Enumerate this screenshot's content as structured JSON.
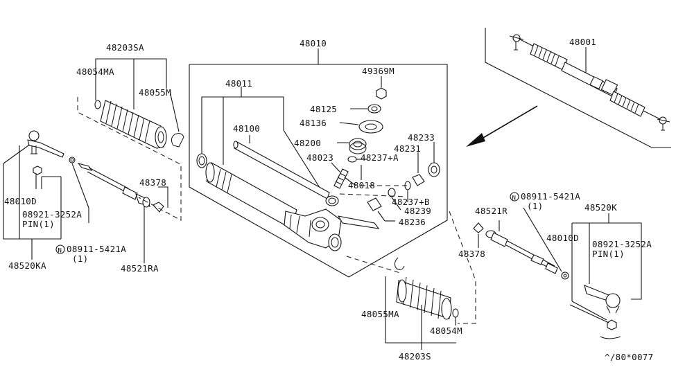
{
  "labels": {
    "p48203SA": "48203SA",
    "p48054MA": "48054MA",
    "p48055M": "48055M",
    "p48010": "48010",
    "p48011": "48011",
    "p49369M": "49369M",
    "p48125": "48125",
    "p48136": "48136",
    "p48100": "48100",
    "p48200": "48200",
    "p48023": "48023",
    "p48237A": "48237+A",
    "p48018": "48018",
    "p48233": "48233",
    "p48231": "48231",
    "p48237B": "48237+B",
    "p48239": "48239",
    "p48236": "48236",
    "p48001": "48001",
    "p48378L": "48378",
    "p48010DL": "48010D",
    "p08921L": "08921-3252A",
    "pinL": "PIN(1)",
    "n08911L": "08911-5421A",
    "qtyL": "(1)",
    "p48520KA": "48520KA",
    "p48521RA": "48521RA",
    "n08911R": "08911-5421A",
    "qtyR": "(1)",
    "p48520K": "48520K",
    "p48521R": "48521R",
    "p48010DR": "48010D",
    "p08921R": "08921-3252A",
    "pinR": "PIN(1)",
    "p48378R": "48378",
    "p48055MA": "48055MA",
    "p48054M": "48054M",
    "p48203S": "48203S",
    "ref": "^/80*0077",
    "nsymL": "N",
    "nsymR": "N"
  }
}
